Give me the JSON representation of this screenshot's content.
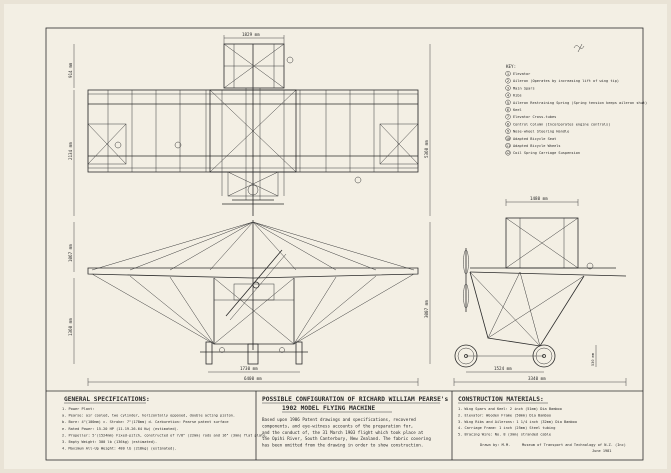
{
  "title": {
    "line1": "POSSIBLE CONFIGURATION OF RICHARD WILLIAM PEARSE's",
    "line2": "1902 MODEL FLYING MACHINE"
  },
  "description": [
    "Based upon 1906 Patent drawings and specifications, recovered",
    "components, and eye-witness accounts of the preparation for,",
    "and the conduct of, the 31 March 1903 flight which took place at",
    "the Opihi River, South Canterbury, New Zealand. The fabric covering",
    "has been omitted from the drawing in order to show construction."
  ],
  "credits": {
    "drawn": "Drawn by: M.M.",
    "museum": "Museum of Transport and Technology of N.Z. (Inc)",
    "date": "June 1981"
  },
  "general_specifications": {
    "heading": "GENERAL SPECIFICATIONS:",
    "lines": [
      "1. Power Plant:",
      "   a. Pearse: air cooled, two cylinder, horizontally opposed, double acting piston.",
      "   b. Bore: 4\"(100mm)    c. Stroke: 7\"(178mm)    d. Carburetion: Pearse patent surface",
      "   e. Rated Power: 15-20 HP  (11.19-26.64 Kw) (estimated).",
      "2. Propeller: 5'(1524mm) Fixed-pitch, constructed of 7/8\" (22mm) rods and 16\" (3mm) flat plate.",
      "3. Empty Weight: 300 lb (136kg) (estimated).",
      "4. Maximum All-Up Weight: 480 lb (218kg) (estimated)."
    ]
  },
  "construction_materials": {
    "heading": "CONSTRUCTION MATERIALS:",
    "lines": [
      "1. Wing Spars and Keel:  2 inch (51mm) Dia Bamboo",
      "2. Elevator:             Wooden Frame  (50mm) Dia Bamboo",
      "3. Wing Ribs and Ailerons:  1 1/4 inch (32mm) Dia Bamboo",
      "4. Carriage Frame:       1 inch (25mm) Steel tubing",
      "5. Bracing Wire:         No. 8 (3mm) stranded cable"
    ]
  },
  "key": {
    "heading": "KEY:",
    "items": [
      {
        "n": "1",
        "label": "Elevator"
      },
      {
        "n": "2",
        "label": "Aileron (Operates by increasing lift of wing tip)"
      },
      {
        "n": "3",
        "label": "Main Spars"
      },
      {
        "n": "4",
        "label": "Ribs"
      },
      {
        "n": "5",
        "label": "Aileron Restraining Spring (Spring tension keeps aileron shut)"
      },
      {
        "n": "6",
        "label": "Keel"
      },
      {
        "n": "7",
        "label": "Elevator Cross-tubes"
      },
      {
        "n": "8",
        "label": "Control Column (Incorporates engine controls)"
      },
      {
        "n": "9",
        "label": "Nose-wheel Steering Handle"
      },
      {
        "n": "10",
        "label": "Adapted Bicycle Seat"
      },
      {
        "n": "11",
        "label": "Adapted Bicycle Wheels"
      },
      {
        "n": "12",
        "label": "Coil Spring Carriage Suspension"
      }
    ]
  },
  "dimensions": {
    "elevator_width": "1829 mm",
    "elevator_chord": "914 mm",
    "wing_chord": "2134 mm",
    "length_overall": "5360 mm",
    "height_upper": "1067 mm",
    "height_lower": "1360 mm",
    "wheel_track": "1730 mm",
    "span": "6400 mm",
    "overall_height": "3007 mm",
    "side_elevator": "1480 mm",
    "wheelbase": "1524 mm",
    "side_length": "3340 mm",
    "wheel_dia": "530 mm"
  }
}
